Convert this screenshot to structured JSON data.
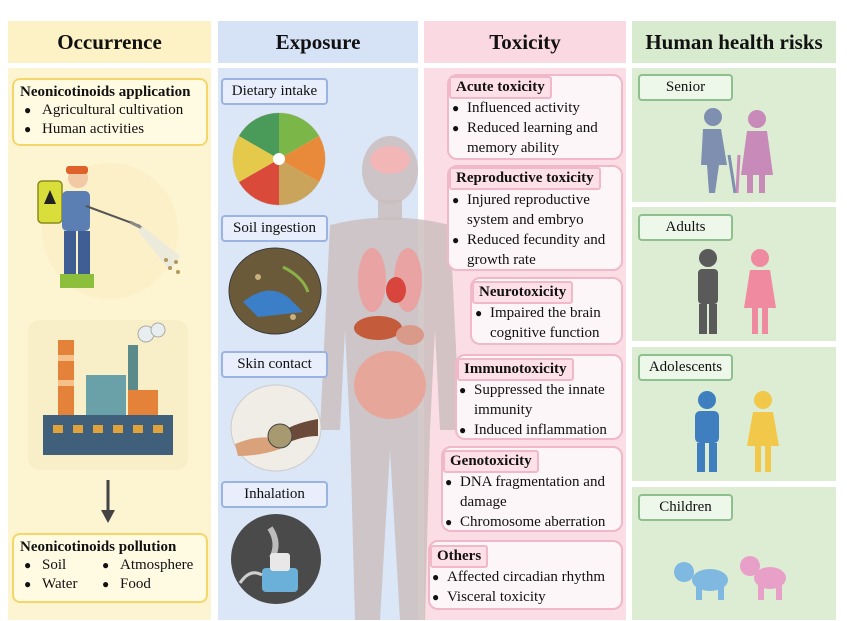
{
  "headers": {
    "occurrence": "Occurrence",
    "exposure": "Exposure",
    "toxicity": "Toxicity",
    "health": "Human health risks"
  },
  "occurrence": {
    "application": {
      "title": "Neonicotinoids application",
      "items": [
        "Agricultural cultivation",
        "Human activities"
      ]
    },
    "pollution": {
      "title": "Neonicotinoids pollution",
      "items": [
        "Soil",
        "Atmosphere",
        "Water",
        "Food"
      ]
    }
  },
  "exposure": {
    "routes": [
      "Dietary intake",
      "Soil ingestion",
      "Skin contact",
      "Inhalation"
    ]
  },
  "toxicity": {
    "acute": {
      "title": "Acute toxicity",
      "items": [
        "Influenced activity",
        "Reduced  learning and",
        "memory ability"
      ]
    },
    "reproductive": {
      "title": "Reproductive toxicity",
      "items": [
        "Injured reproductive",
        "system and embryo",
        "Reduced fecundity and",
        "growth rate"
      ]
    },
    "neuro": {
      "title": "Neurotoxicity",
      "items": [
        "Impaired the brain",
        "cognitive function"
      ]
    },
    "immuno": {
      "title": "Immunotoxicity",
      "items": [
        "Suppressed the innate",
        "immunity",
        "Induced inflammation"
      ]
    },
    "geno": {
      "title": "Genotoxicity",
      "items": [
        "DNA fragmentation and",
        "damage",
        "Chromosome aberration"
      ]
    },
    "others": {
      "title": "Others",
      "items": [
        "Affected circadian rhythm",
        "Visceral toxicity"
      ]
    }
  },
  "health": {
    "groups": [
      "Senior",
      "Adults",
      "Adolescents",
      "Children"
    ]
  },
  "colors": {
    "occurrence_bg": "#fdf4d2",
    "exposure_bg": "#dbe6f6",
    "toxicity_bg": "#fbdde6",
    "health_bg": "#dcedd3"
  }
}
